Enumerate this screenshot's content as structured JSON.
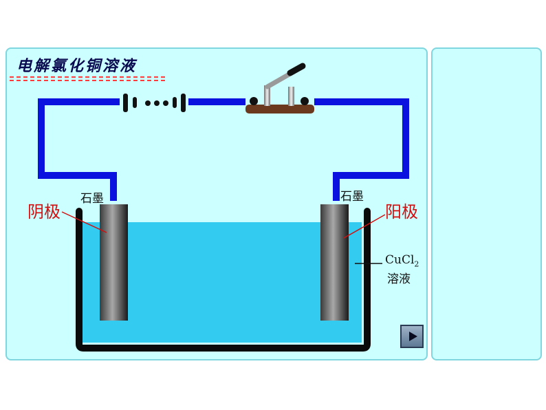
{
  "title": "电解氯化铜溶液",
  "labels": {
    "left_graphite": "石墨",
    "right_graphite": "石墨",
    "cathode": "阴极",
    "anode": "阳极",
    "solution_formula": "CuCl",
    "solution_subscript": "2",
    "solution_word": "溶液"
  },
  "controls": {
    "play_icon": "play-icon"
  },
  "colors": {
    "panel_bg": "#ccffff",
    "wire": "#0b12e0",
    "solution": "#33ccf0",
    "label_red": "#d01010",
    "title_underline": "#ff3b3b"
  }
}
